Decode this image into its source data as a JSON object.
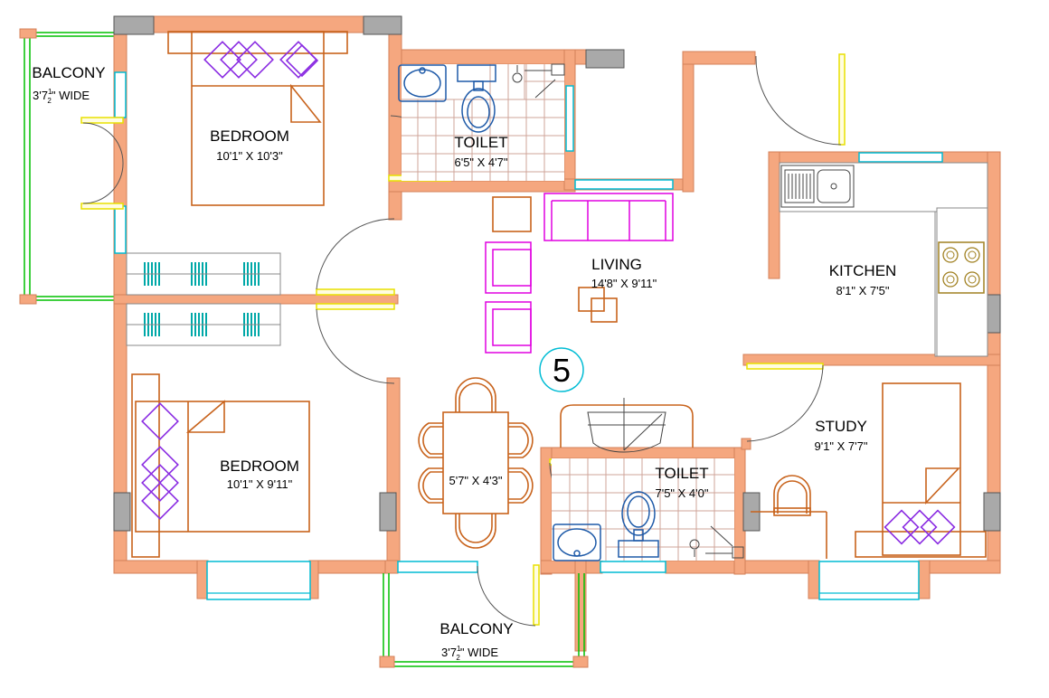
{
  "plan": {
    "unit_number": "5",
    "rooms": {
      "balcony_left": {
        "name": "BALCONY",
        "dim_main": "3'7",
        "dim_frac_num": "1",
        "dim_frac_den": "2",
        "dim_rest": "\" WIDE"
      },
      "bedroom_top": {
        "name": "BEDROOM",
        "dim": "10'1\" X 10'3\""
      },
      "toilet_top": {
        "name": "TOILET",
        "dim": "6'5\" X 4'7\""
      },
      "living": {
        "name": "LIVING",
        "dim": "14'8\" X 9'11\""
      },
      "kitchen": {
        "name": "KITCHEN",
        "dim": "8'1\" X 7'5\""
      },
      "bedroom_bottom": {
        "name": "BEDROOM",
        "dim": "10'1\" X 9'11\""
      },
      "dining": {
        "dim": "5'7\" X 4'3\""
      },
      "toilet_bottom": {
        "name": "TOILET",
        "dim": "7'5\" X 4'0\""
      },
      "study": {
        "name": "STUDY",
        "dim": "9'1\" X 7'7\""
      },
      "balcony_bottom": {
        "name": "BALCONY",
        "dim_main": "3'7",
        "dim_frac_num": "1",
        "dim_frac_den": "2",
        "dim_rest": "\" WIDE"
      }
    },
    "colors": {
      "wall": "#f5a77f",
      "window": "#00bcd4",
      "furniture_brown": "#c8631c",
      "sofa": "#e000e0",
      "bed_cushion": "#8a2be2"
    }
  }
}
